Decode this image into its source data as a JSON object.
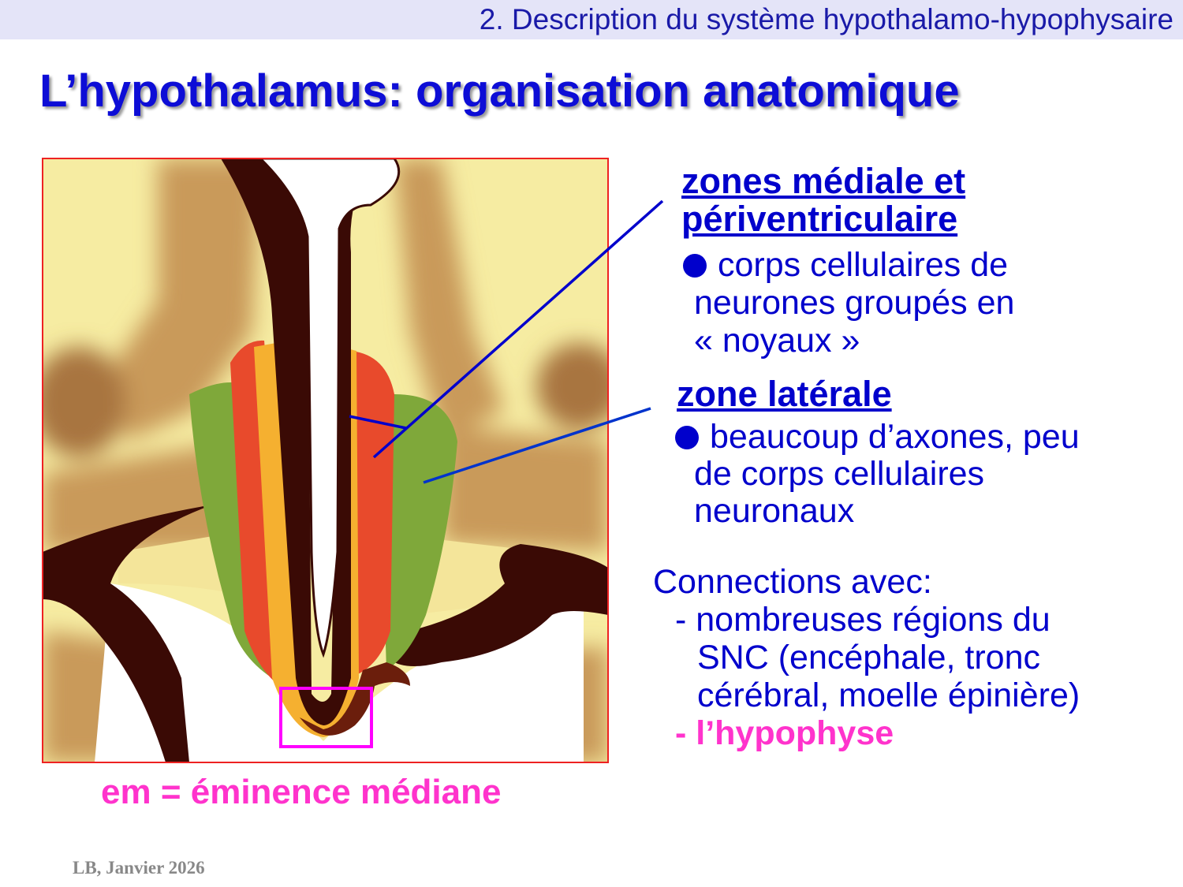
{
  "header": {
    "section": "2. Description du système hypothalamo-hypophysaire"
  },
  "title": "L’hypothalamus: organisation anatomique",
  "figure": {
    "caption": "em = éminence médiane",
    "colors": {
      "medial_zone": "#e84a2c",
      "periventricular_zone": "#f5b030",
      "lateral_zone": "#7fa83a",
      "median_eminence_box": "#ff00ff",
      "pointer_lines": "#0000cc"
    }
  },
  "medial": {
    "heading_line1": "zones médiale et",
    "heading_line2": "périventriculaire",
    "body_line1": "corps cellulaires de",
    "body_line2": "neurones groupés  en",
    "body_line3": "« noyaux »"
  },
  "lateral": {
    "heading": "zone latérale",
    "body_line1": "beaucoup d’axones, peu",
    "body_line2": "de corps cellulaires",
    "body_line3": "neuronaux"
  },
  "connections": {
    "heading": "Connections avec:",
    "item1_line1": "- nombreuses régions du",
    "item1_line2": "SNC (encéphale, tronc",
    "item1_line3": "cérébral, moelle épinière)",
    "item2": "- l’hypophyse",
    "item2_color": "#ff33cc"
  },
  "footer": "LB, Janvier 2026"
}
